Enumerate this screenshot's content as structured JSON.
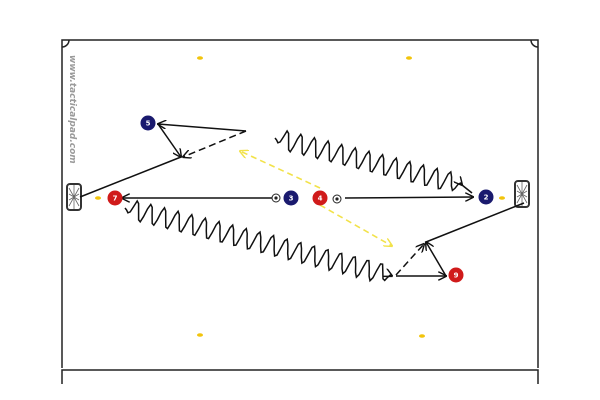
{
  "watermark": "www.tacticalpad.com",
  "colors": {
    "field_line": "#222222",
    "blue_team": "#1a1a6e",
    "red_team": "#d01a1a",
    "cone": "#f2c40c",
    "pass_line": "#f2e24a",
    "run_line": "#111111"
  },
  "players": [
    {
      "number": "5",
      "team": "blue"
    },
    {
      "number": "7",
      "team": "red"
    },
    {
      "number": "3",
      "team": "blue"
    },
    {
      "number": "4",
      "team": "red"
    },
    {
      "number": "2",
      "team": "blue"
    },
    {
      "number": "9",
      "team": "red"
    }
  ],
  "icons": {
    "ball": "soccer-ball-icon",
    "goal": "goal-icon",
    "cone": "cone-icon"
  }
}
